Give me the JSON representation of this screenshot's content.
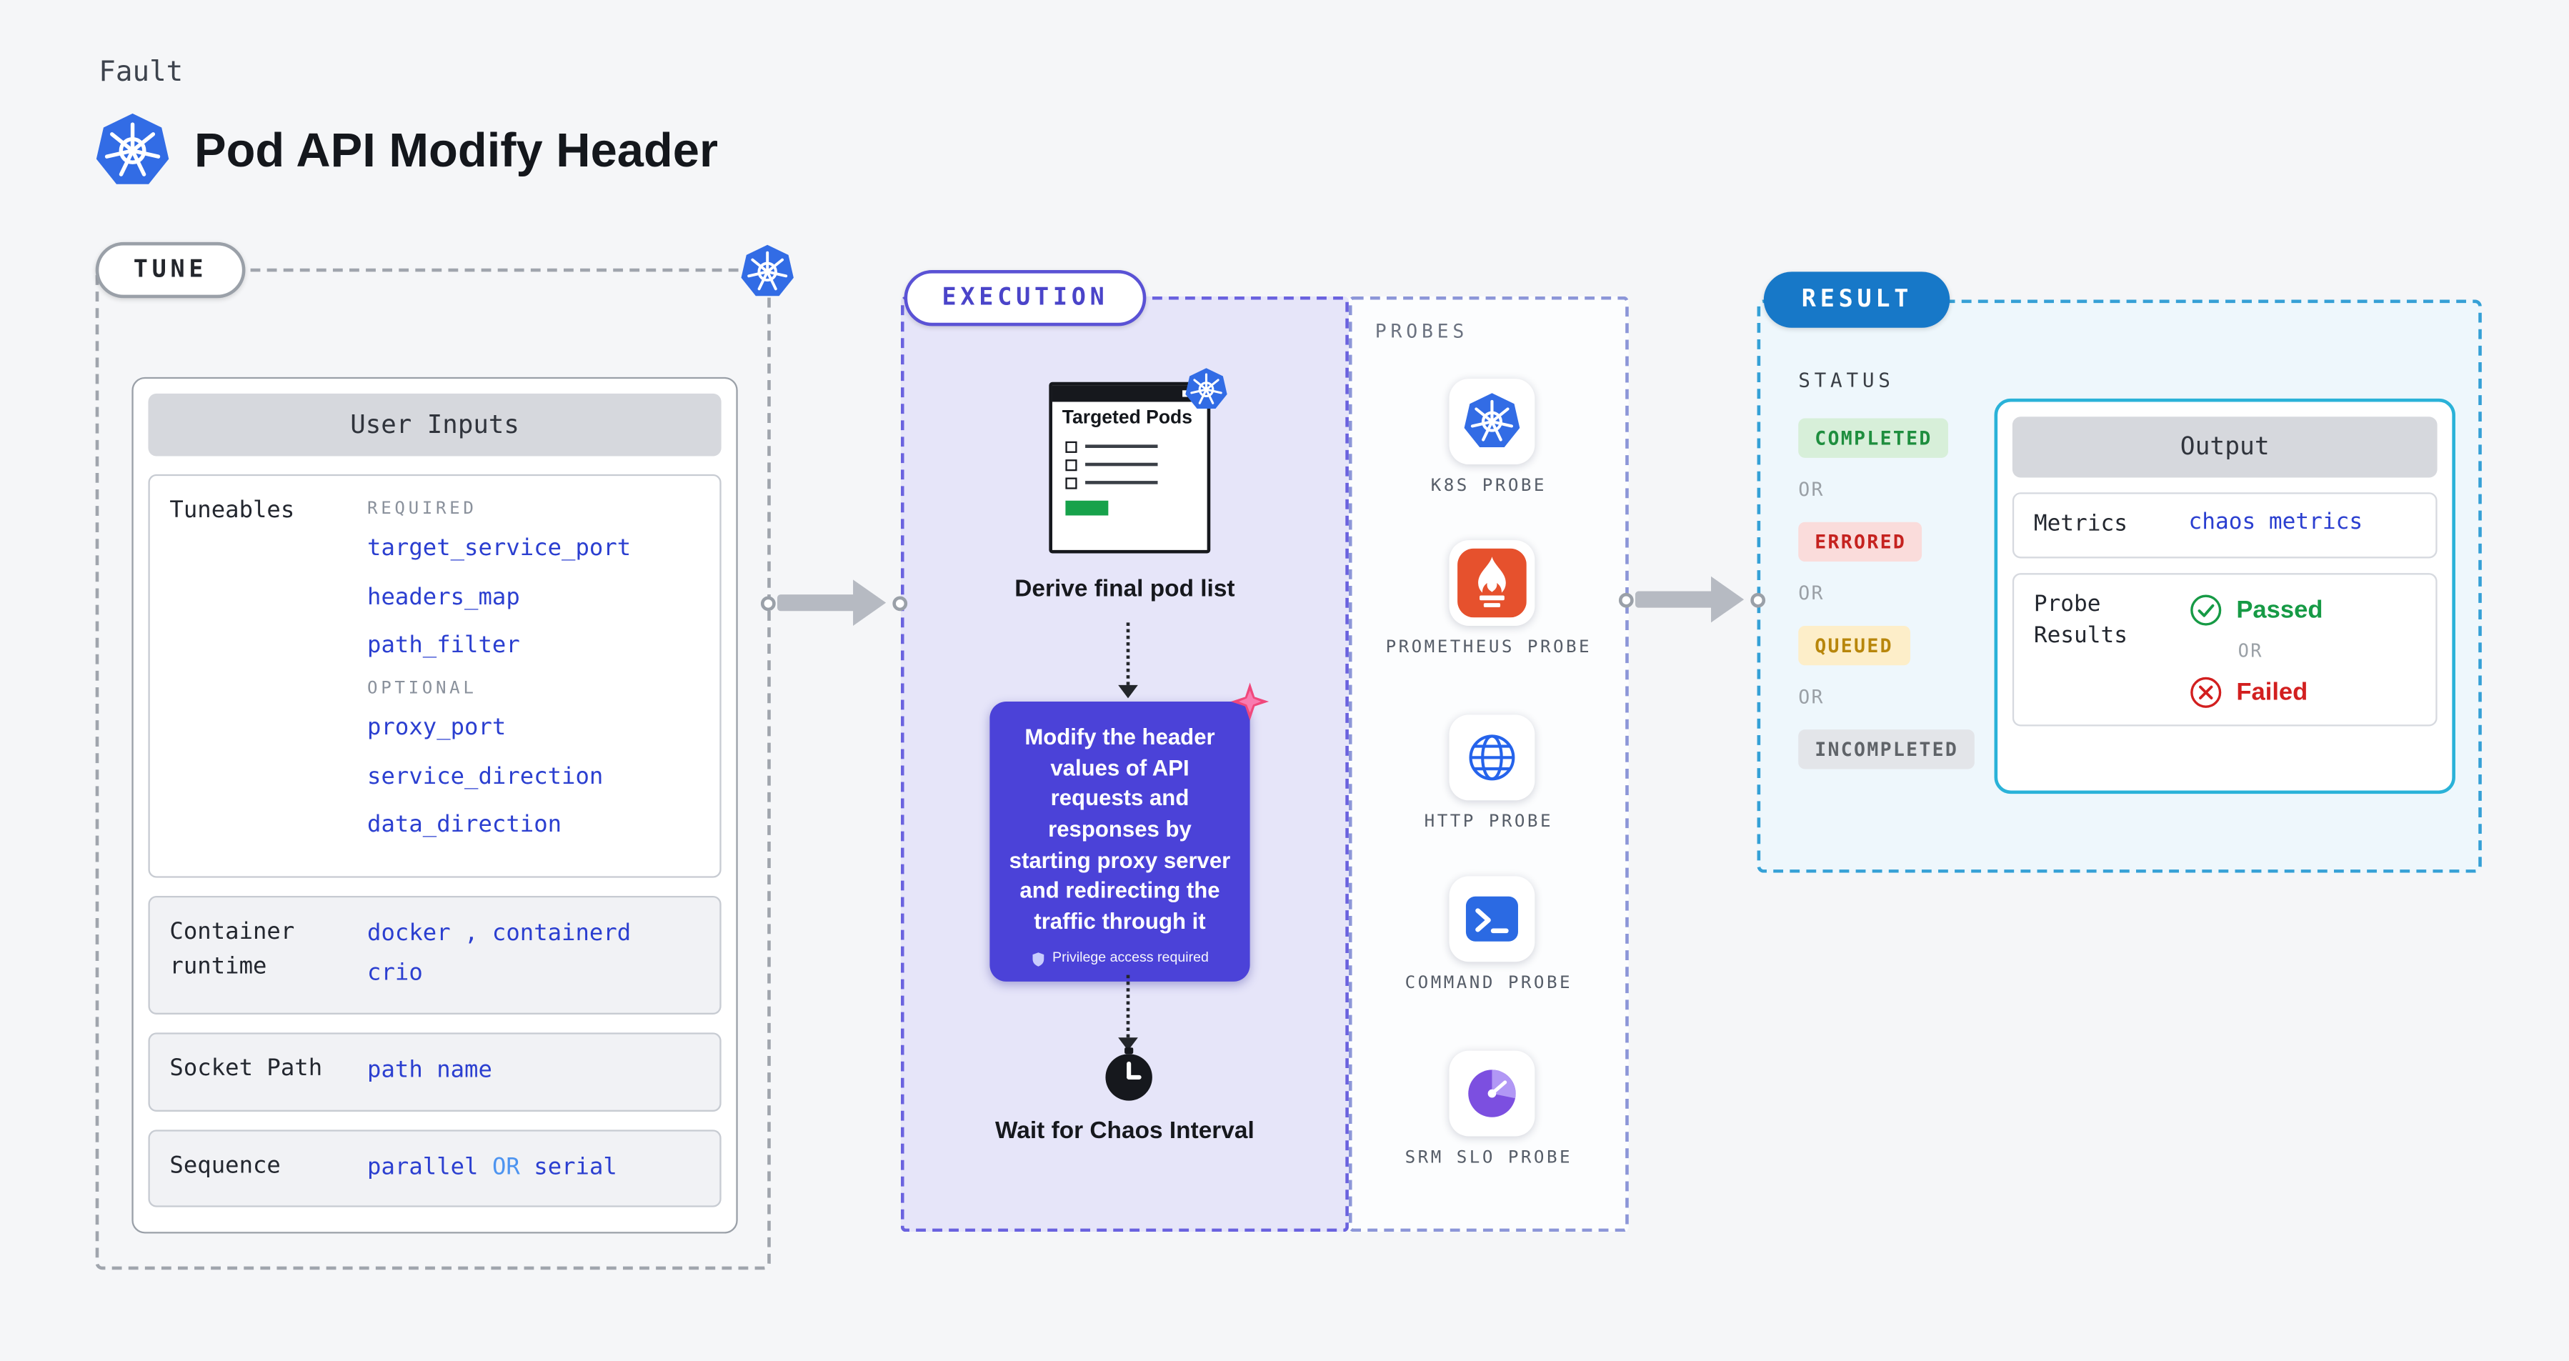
{
  "page": {
    "kicker": "Fault",
    "title": "Pod API Modify Header"
  },
  "tune": {
    "label": "TUNE",
    "card_title": "User Inputs",
    "tuneables": {
      "label": "Tuneables",
      "required_label": "REQUIRED",
      "required": [
        "target_service_port",
        "headers_map",
        "path_filter"
      ],
      "optional_label": "OPTIONAL",
      "optional": [
        "proxy_port",
        "service_direction",
        "data_direction"
      ]
    },
    "container_runtime": {
      "label": "Container runtime",
      "value": "docker , containerd crio"
    },
    "socket_path": {
      "label": "Socket Path",
      "value": "path name"
    },
    "sequence": {
      "label": "Sequence",
      "value_a": "parallel",
      "value_or": "OR",
      "value_b": "serial"
    }
  },
  "execution": {
    "label": "EXECUTION",
    "window_title": "Targeted Pods",
    "derive_step": "Derive final pod list",
    "action_text": "Modify the header values of API requests and responses by starting proxy server and redirecting the traffic through it",
    "privilege_note": "Privilege access required",
    "wait_step": "Wait for Chaos Interval"
  },
  "probes": {
    "label": "PROBES",
    "items": [
      {
        "name": "K8S PROBE",
        "icon": "kubernetes-icon"
      },
      {
        "name": "PROMETHEUS PROBE",
        "icon": "prometheus-icon"
      },
      {
        "name": "HTTP PROBE",
        "icon": "http-globe-icon"
      },
      {
        "name": "COMMAND PROBE",
        "icon": "command-terminal-icon"
      },
      {
        "name": "SRM SLO PROBE",
        "icon": "srm-slo-gauge-icon"
      }
    ]
  },
  "result": {
    "label": "RESULT",
    "status_label": "STATUS",
    "or_label": "OR",
    "statuses": [
      {
        "text": "COMPLETED",
        "color": "#1e8e3e",
        "bg": "#d7efd9"
      },
      {
        "text": "ERRORED",
        "color": "#c5221f",
        "bg": "#fadcdb"
      },
      {
        "text": "QUEUED",
        "color": "#b8860b",
        "bg": "#fdeec9"
      },
      {
        "text": "INCOMPLETED",
        "color": "#5f6368",
        "bg": "#e3e5e9"
      }
    ],
    "output": {
      "title": "Output",
      "metrics_label": "Metrics",
      "metrics_value": "chaos metrics",
      "probe_results_label": "Probe Results",
      "passed_label": "Passed",
      "or_label": "OR",
      "failed_label": "Failed"
    }
  },
  "colors": {
    "accent_blue": "#2b3fd0",
    "k8s_blue": "#326ce5",
    "execution_purple": "#4b42d8",
    "result_pill_blue": "#1778c8",
    "output_border_cyan": "#2ab2d8",
    "passed_green": "#169a45",
    "failed_red": "#d21f1f",
    "prometheus_orange": "#e6512d"
  }
}
